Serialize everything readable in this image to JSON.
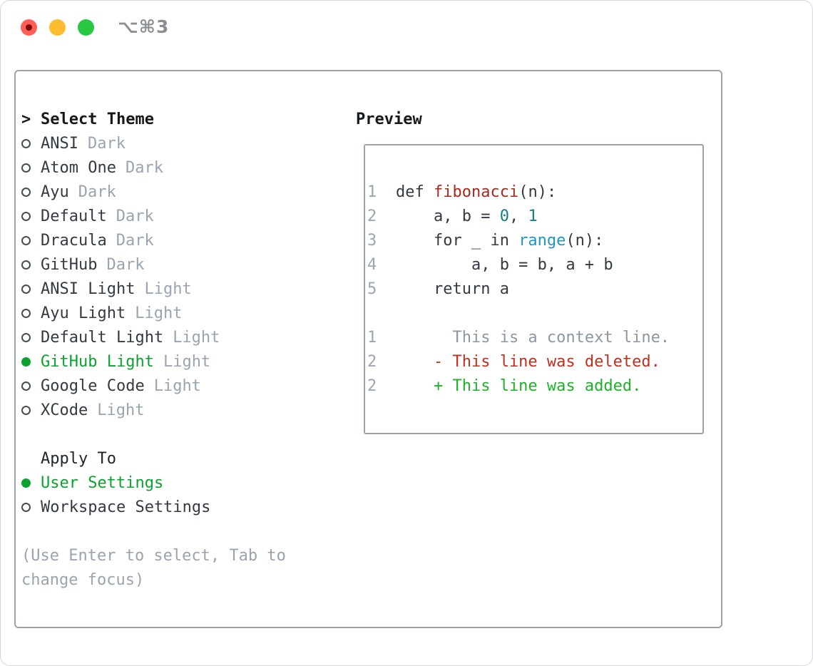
{
  "titlebar": {
    "title": "⌥⌘3"
  },
  "panel": {
    "select_theme": {
      "prompt": ">",
      "heading": "Select Theme",
      "items": [
        {
          "name": "ANSI",
          "variant": "Dark",
          "selected": false
        },
        {
          "name": "Atom One",
          "variant": "Dark",
          "selected": false
        },
        {
          "name": "Ayu",
          "variant": "Dark",
          "selected": false
        },
        {
          "name": "Default",
          "variant": "Dark",
          "selected": false
        },
        {
          "name": "Dracula",
          "variant": "Dark",
          "selected": false
        },
        {
          "name": "GitHub",
          "variant": "Dark",
          "selected": false
        },
        {
          "name": "ANSI Light",
          "variant": "Light",
          "selected": false
        },
        {
          "name": "Ayu Light",
          "variant": "Light",
          "selected": false
        },
        {
          "name": "Default Light",
          "variant": "Light",
          "selected": false
        },
        {
          "name": "GitHub Light",
          "variant": "Light",
          "selected": true
        },
        {
          "name": "Google Code",
          "variant": "Light",
          "selected": false
        },
        {
          "name": "XCode",
          "variant": "Light",
          "selected": false
        }
      ]
    },
    "apply_to": {
      "heading": "Apply To",
      "options": [
        {
          "label": "User Settings",
          "selected": true
        },
        {
          "label": "Workspace Settings",
          "selected": false
        }
      ]
    },
    "help_lines": [
      "(Use Enter to select, Tab to",
      "change focus)"
    ]
  },
  "preview": {
    "heading": "Preview",
    "lines": [
      {
        "num": "1",
        "tokens": [
          {
            "t": "def ",
            "c": "code"
          },
          {
            "t": "fibonacci",
            "c": "func"
          },
          {
            "t": "(n):",
            "c": "code"
          }
        ]
      },
      {
        "num": "2",
        "tokens": [
          {
            "t": "    a, b = ",
            "c": "code"
          },
          {
            "t": "0",
            "c": "num"
          },
          {
            "t": ", ",
            "c": "code"
          },
          {
            "t": "1",
            "c": "num"
          }
        ]
      },
      {
        "num": "3",
        "tokens": [
          {
            "t": "    for _ in ",
            "c": "code"
          },
          {
            "t": "range",
            "c": "builtin"
          },
          {
            "t": "(n):",
            "c": "code"
          }
        ]
      },
      {
        "num": "4",
        "tokens": [
          {
            "t": "        a, b = b, a + b",
            "c": "code"
          }
        ]
      },
      {
        "num": "5",
        "tokens": [
          {
            "t": "    return a",
            "c": "code"
          }
        ]
      },
      {
        "num": "",
        "tokens": []
      },
      {
        "num": "1",
        "tokens": [
          {
            "t": "      This is a context line.",
            "c": "context"
          }
        ]
      },
      {
        "num": "2",
        "tokens": [
          {
            "t": "    - This line was deleted.",
            "c": "deleted"
          }
        ]
      },
      {
        "num": "2",
        "tokens": [
          {
            "t": "    + This line was added.",
            "c": "added"
          }
        ]
      }
    ]
  },
  "colors": {
    "selection_green": "#0ba32f",
    "added_green": "#1db228",
    "deleted_red": "#c22f1d",
    "function_red": "#a72a1c",
    "number_teal": "#107e84",
    "builtin_blue": "#1e96ca",
    "muted_gray": "#9aa4b1",
    "text_dark": "#343a43",
    "border_gray": "#9aa2ad",
    "traffic_red": "#ff5f57",
    "traffic_yellow": "#febc2e",
    "traffic_green": "#28c840"
  }
}
